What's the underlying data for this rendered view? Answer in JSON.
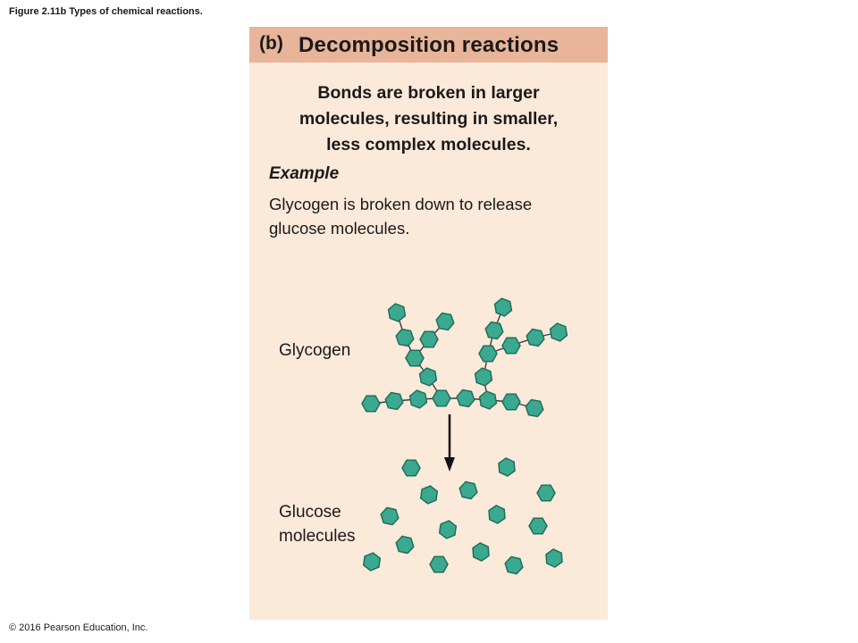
{
  "figure_caption": "Figure 2.11b Types of chemical reactions.",
  "copyright": "© 2016 Pearson Education, Inc.",
  "panel": {
    "letter": "(b)",
    "title": "Decomposition reactions",
    "summary_lines": [
      "Bonds are broken in larger",
      "molecules, resulting in smaller,",
      "less complex molecules."
    ],
    "example_label": "Example",
    "example_lines": [
      "Glycogen is broken down to release",
      "glucose molecules."
    ],
    "glycogen_label": "Glycogen",
    "glucose_label_lines": [
      "Glucose",
      "molecules"
    ]
  },
  "colors": {
    "panel_background": "#fbe9da",
    "header_background": "#e8b49a",
    "molecule_fill": "#3aa98f",
    "molecule_stroke": "#1f6f5c",
    "arrow": "#111111"
  },
  "icons": {
    "molecule": "hexagon",
    "arrow": "arrow-down"
  }
}
